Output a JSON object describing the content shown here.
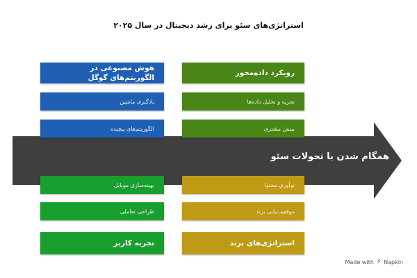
{
  "title": "استراتژی‌های سئو برای رشد دیجیتال در سال ۲۰۲۵",
  "spine": {
    "label": "همگام شدن با تحولات سئو"
  },
  "top_left": {
    "head": "هوش مصنوعی در الگوریتم‌های گوگل",
    "items": [
      "یادگیری ماشین",
      "الگوریتم‌های پیچیده"
    ]
  },
  "top_right": {
    "head": "رویکرد داده‌محور",
    "items": [
      "تجزیه و تحلیل داده‌ها",
      "بینش مشتری"
    ]
  },
  "bottom_left": {
    "items": [
      "بهینه‌سازی موبایل",
      "طراحی تعاملی"
    ],
    "head": "تجربه کاربر"
  },
  "bottom_right": {
    "items": [
      "نوآوری محتوا",
      "موقعیت‌یابی برند"
    ],
    "head": "استراتژی‌های برند"
  },
  "watermark": "Made with",
  "watermark_brand": "Napkin",
  "colors": {
    "blue": "#1f5fb4",
    "green_dark": "#4a8517",
    "green_bright": "#199f2e",
    "gold": "#bf9a16",
    "spine": "#3f3f3f"
  }
}
